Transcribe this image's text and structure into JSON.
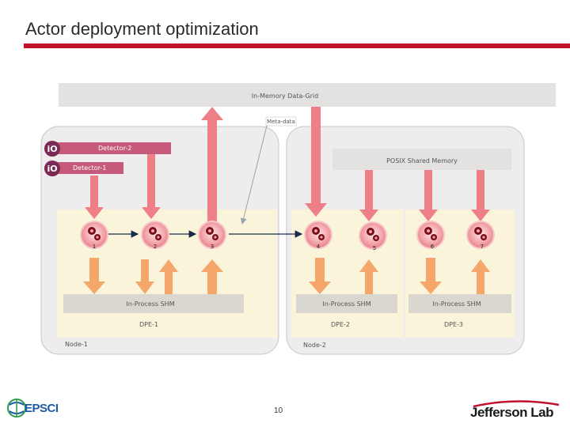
{
  "title": "Actor deployment optimization",
  "data_grid_label": "In-Memory Data-Grid",
  "metadata_label": "Meta-data",
  "detector2_label": "Detector-2",
  "detector1_label": "Detector-1",
  "posix_label": "POSIX Shared Memory",
  "actors": [
    "1",
    "2",
    "3",
    "4",
    "5",
    "6",
    "7"
  ],
  "in_process_shm_label": "In-Process SHM",
  "dpe_labels": [
    "DPE-1",
    "DPE-2",
    "DPE-3"
  ],
  "node_labels": [
    "Node-1",
    "Node-2"
  ],
  "page_number": "10",
  "logos": {
    "left_name": "EPSCI",
    "right_name": "Jefferson Lab"
  },
  "colors": {
    "accent_red": "#c0102a",
    "arrow_red": "#ef7f86",
    "arrow_orange": "#f5a66a",
    "detector_bar": "#c65a7a",
    "grid_gray": "#e4e1e1",
    "node_gray": "#eeecec",
    "dpe_cream": "#faf5da",
    "shm_gray": "#d9d7d0",
    "actor_pink": "#f2a0a6"
  }
}
